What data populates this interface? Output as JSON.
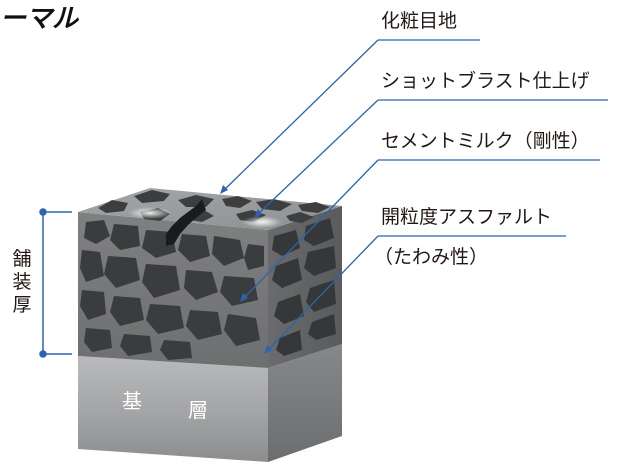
{
  "title": "ーマル",
  "layers": {
    "joint": "化粧目地",
    "shot_blast": "ショットブラスト仕上げ",
    "cement_milk": "セメントミルク（剛性）",
    "open_graded_line1": "開粒度アスファルト",
    "open_graded_line2": "（たわみ性）"
  },
  "pavement_thickness": {
    "c1": "舗",
    "c2": "装",
    "c3": "厚"
  },
  "base_layer": {
    "c1": "基",
    "c2": "層"
  },
  "colors": {
    "leader_line": "#2a64b2",
    "dimension_line": "#2a64b2",
    "cube_top": "#8a8c8d",
    "cube_front": "#78797a",
    "cube_side": "#646566",
    "aggregate": "#3a3c3e",
    "base_front": "#a9aaab",
    "base_side": "#7d7f80",
    "text": "#231815"
  }
}
